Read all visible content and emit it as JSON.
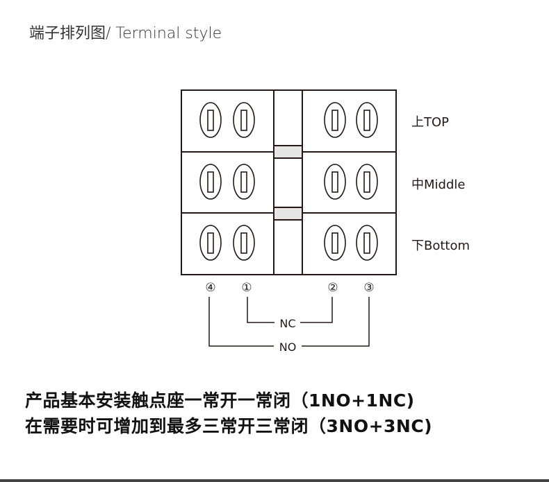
{
  "title": "端子排列图/ Terminal style",
  "rows": {
    "top": "上TOP",
    "middle": "中Middle",
    "bottom": "下Bottom"
  },
  "terminals": [
    "④",
    "①",
    "②",
    "③"
  ],
  "connections": {
    "nc": "NC",
    "no": "NO"
  },
  "notes": [
    "产品基本安装触点座一常开一常闭（1NO+1NC)",
    "在需要时可增加到最多三常开三常闭（3NO+3NC)"
  ],
  "colors": {
    "line": "#231815",
    "tab": "#e6e6e6"
  }
}
